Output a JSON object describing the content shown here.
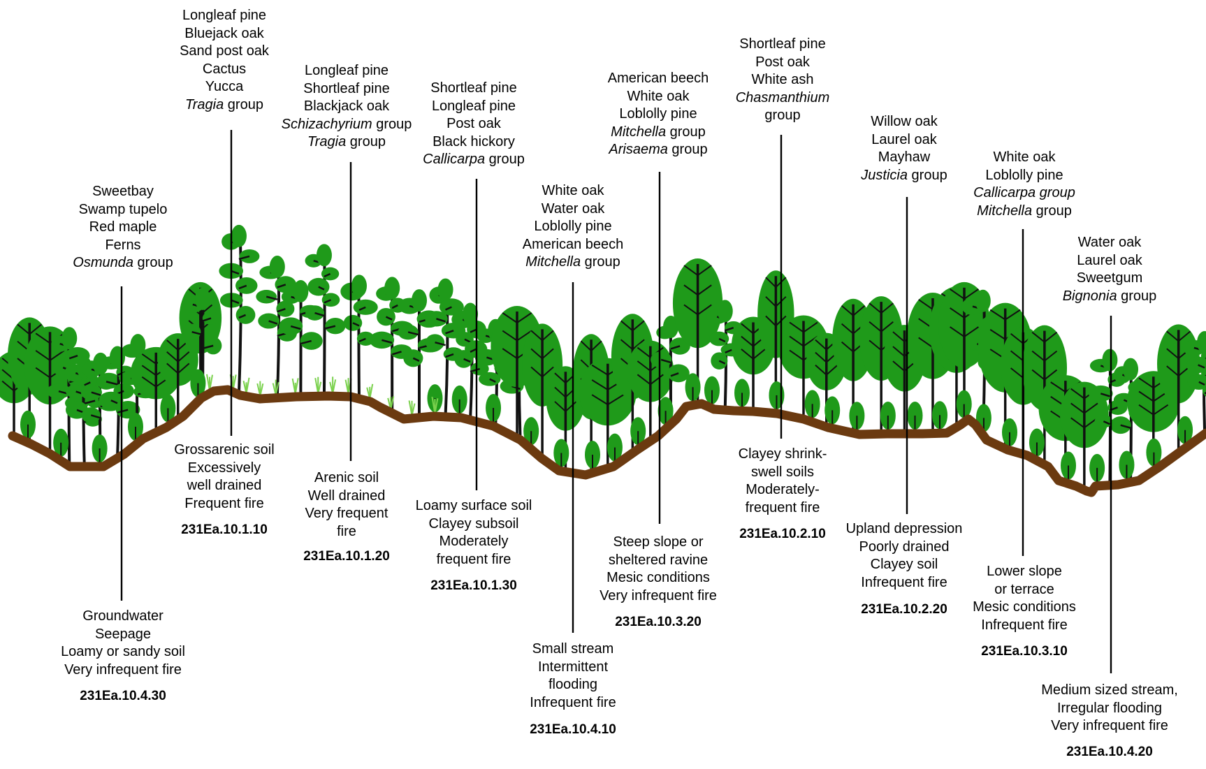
{
  "colors": {
    "ground": "#6b3a10",
    "foliage": "#1f9a1a",
    "trunk": "#111111",
    "grass": "#7ad14d",
    "leader_line": "#000000"
  },
  "units": [
    {
      "id": "u1",
      "species": [
        {
          "parts": [
            {
              "t": "Sweetbay"
            }
          ]
        },
        {
          "parts": [
            {
              "t": "Swamp tupelo"
            }
          ]
        },
        {
          "parts": [
            {
              "t": "Red maple"
            }
          ]
        },
        {
          "parts": [
            {
              "t": "Ferns"
            }
          ]
        },
        {
          "parts": [
            {
              "t": "Osmunda",
              "i": true
            },
            {
              "t": " group"
            }
          ]
        }
      ],
      "conditions": [
        "Groundwater",
        "Seepage",
        "Loamy or sandy soil",
        "Very infrequent fire"
      ],
      "code": "231Ea.10.4.30"
    },
    {
      "id": "u2",
      "species": [
        {
          "parts": [
            {
              "t": "Longleaf pine"
            }
          ]
        },
        {
          "parts": [
            {
              "t": "Bluejack oak"
            }
          ]
        },
        {
          "parts": [
            {
              "t": "Sand post oak"
            }
          ]
        },
        {
          "parts": [
            {
              "t": "Cactus"
            }
          ]
        },
        {
          "parts": [
            {
              "t": "Yucca"
            }
          ]
        },
        {
          "parts": [
            {
              "t": "Tragia",
              "i": true
            },
            {
              "t": " group"
            }
          ]
        }
      ],
      "conditions": [
        "Grossarenic soil",
        "Excessively",
        "well drained",
        "Frequent fire"
      ],
      "code": "231Ea.10.1.10"
    },
    {
      "id": "u3",
      "species": [
        {
          "parts": [
            {
              "t": "Longleaf pine"
            }
          ]
        },
        {
          "parts": [
            {
              "t": "Shortleaf pine"
            }
          ]
        },
        {
          "parts": [
            {
              "t": "Blackjack oak"
            }
          ]
        },
        {
          "parts": [
            {
              "t": "Schizachyrium",
              "i": true
            },
            {
              "t": " group"
            }
          ]
        },
        {
          "parts": [
            {
              "t": "Tragia",
              "i": true
            },
            {
              "t": " group"
            }
          ]
        }
      ],
      "conditions": [
        "Arenic soil",
        "Well drained",
        "Very frequent",
        "fire"
      ],
      "code": "231Ea.10.1.20"
    },
    {
      "id": "u4",
      "species": [
        {
          "parts": [
            {
              "t": "Shortleaf pine"
            }
          ]
        },
        {
          "parts": [
            {
              "t": "Longleaf pine"
            }
          ]
        },
        {
          "parts": [
            {
              "t": "Post oak"
            }
          ]
        },
        {
          "parts": [
            {
              "t": "Black hickory"
            }
          ]
        },
        {
          "parts": [
            {
              "t": "Callicarpa",
              "i": true
            },
            {
              "t": " group"
            }
          ]
        }
      ],
      "conditions": [
        "Loamy surface soil",
        "Clayey subsoil",
        "Moderately",
        "frequent fire"
      ],
      "code": "231Ea.10.1.30"
    },
    {
      "id": "u5",
      "species": [
        {
          "parts": [
            {
              "t": "White oak"
            }
          ]
        },
        {
          "parts": [
            {
              "t": "Water oak"
            }
          ]
        },
        {
          "parts": [
            {
              "t": "Loblolly pine"
            }
          ]
        },
        {
          "parts": [
            {
              "t": "American beech"
            }
          ]
        },
        {
          "parts": [
            {
              "t": "Mitchella",
              "i": true
            },
            {
              "t": " group"
            }
          ]
        }
      ],
      "conditions": [
        "Small stream",
        "Intermittent",
        "flooding",
        "Infrequent fire"
      ],
      "code": "231Ea.10.4.10"
    },
    {
      "id": "u6",
      "species": [
        {
          "parts": [
            {
              "t": "American beech"
            }
          ]
        },
        {
          "parts": [
            {
              "t": "White oak"
            }
          ]
        },
        {
          "parts": [
            {
              "t": "Loblolly pine"
            }
          ]
        },
        {
          "parts": [
            {
              "t": "Mitchella",
              "i": true
            },
            {
              "t": " group"
            }
          ]
        },
        {
          "parts": [
            {
              "t": "Arisaema",
              "i": true
            },
            {
              "t": " group"
            }
          ]
        }
      ],
      "conditions": [
        "Steep slope or",
        "sheltered ravine",
        "Mesic conditions",
        "Very infrequent fire"
      ],
      "code": "231Ea.10.3.20"
    },
    {
      "id": "u7",
      "species": [
        {
          "parts": [
            {
              "t": "Shortleaf pine"
            }
          ]
        },
        {
          "parts": [
            {
              "t": "Post oak"
            }
          ]
        },
        {
          "parts": [
            {
              "t": "White ash"
            }
          ]
        },
        {
          "parts": [
            {
              "t": "Chasmanthium",
              "i": true
            }
          ]
        },
        {
          "parts": [
            {
              "t": "group"
            }
          ]
        }
      ],
      "conditions": [
        "Clayey shrink-",
        "swell soils",
        "Moderately-",
        "frequent fire"
      ],
      "code": "231Ea.10.2.10"
    },
    {
      "id": "u8",
      "species": [
        {
          "parts": [
            {
              "t": "Willow oak"
            }
          ]
        },
        {
          "parts": [
            {
              "t": "Laurel oak"
            }
          ]
        },
        {
          "parts": [
            {
              "t": "Mayhaw"
            }
          ]
        },
        {
          "parts": [
            {
              "t": "Justicia",
              "i": true
            },
            {
              "t": " group"
            }
          ]
        }
      ],
      "conditions": [
        "Upland depression",
        "Poorly drained",
        "Clayey soil",
        "Infrequent fire"
      ],
      "code": "231Ea.10.2.20"
    },
    {
      "id": "u9",
      "species": [
        {
          "parts": [
            {
              "t": "White oak"
            }
          ]
        },
        {
          "parts": [
            {
              "t": "Loblolly pine"
            }
          ]
        },
        {
          "parts": [
            {
              "t": "Callicarpa group",
              "i": true
            }
          ]
        },
        {
          "parts": [
            {
              "t": "Mitchella",
              "i": true
            },
            {
              "t": " group"
            }
          ]
        }
      ],
      "conditions": [
        "Lower slope",
        "or terrace",
        "Mesic conditions",
        "Infrequent fire"
      ],
      "code": "231Ea.10.3.10"
    },
    {
      "id": "u10",
      "species": [
        {
          "parts": [
            {
              "t": "Water oak"
            }
          ]
        },
        {
          "parts": [
            {
              "t": "Laurel oak"
            }
          ]
        },
        {
          "parts": [
            {
              "t": "Sweetgum"
            }
          ]
        },
        {
          "parts": [
            {
              "t": "Bignonia",
              "i": true
            },
            {
              "t": " group"
            }
          ]
        }
      ],
      "conditions": [
        "Medium sized stream,",
        "Irregular flooding",
        "Very infrequent fire"
      ],
      "code": "231Ea.10.4.20"
    }
  ]
}
